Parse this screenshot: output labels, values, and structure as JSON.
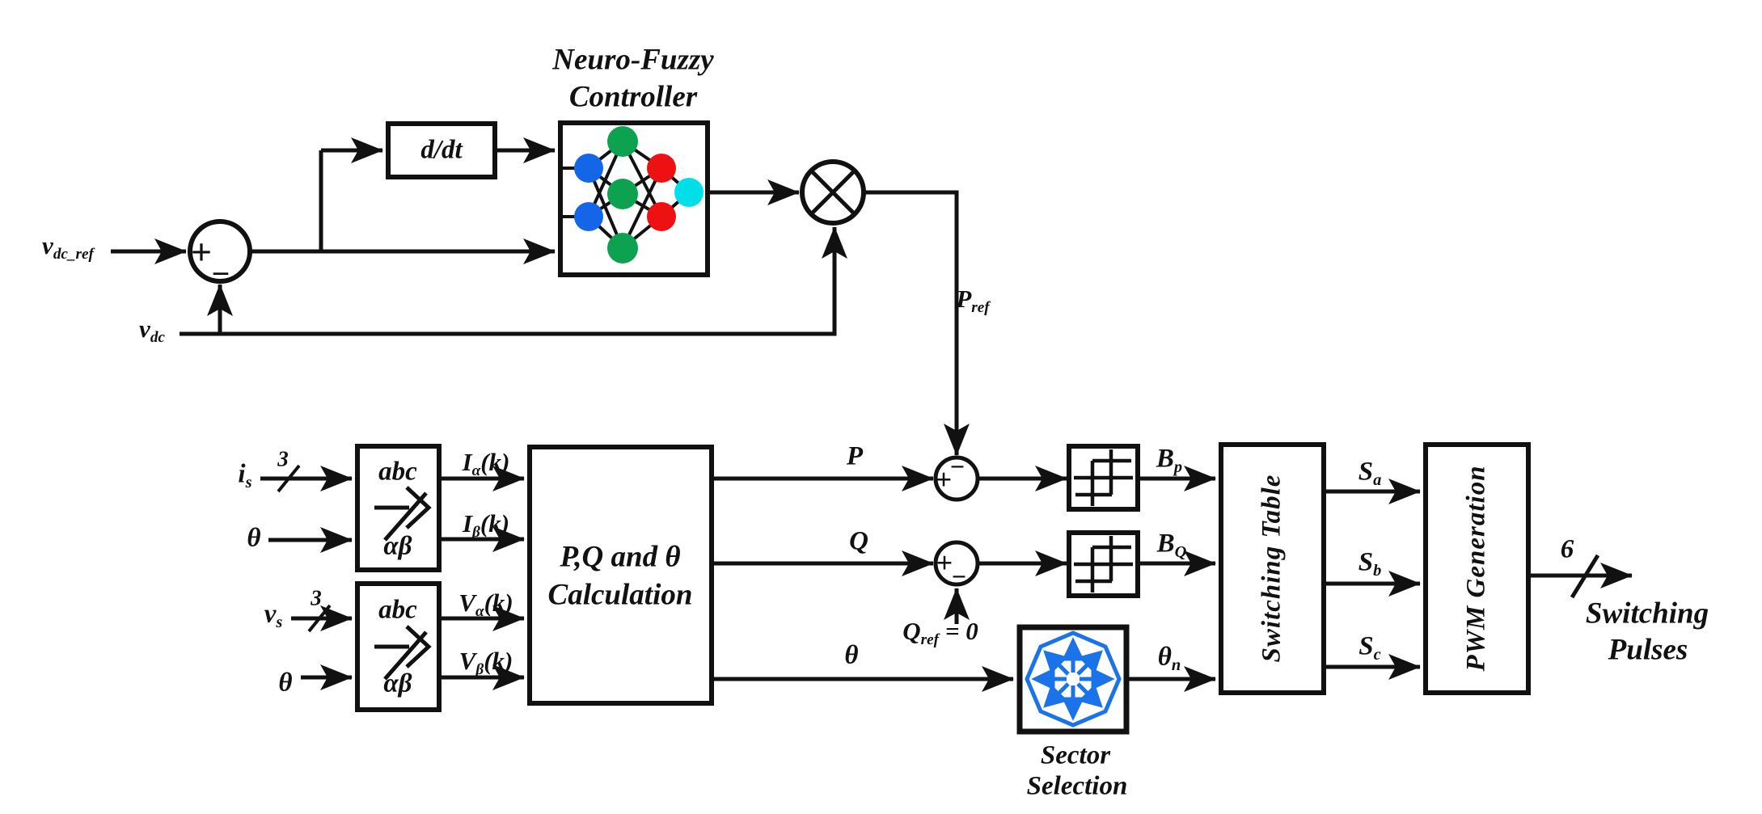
{
  "colors": {
    "ink": "#111111",
    "node_blue": "#1565e8",
    "node_green": "#0da24f",
    "node_red": "#ee1111",
    "node_cyan": "#00dfe8",
    "sector_blue": "#1a73e8"
  },
  "top": {
    "vdc_ref": {
      "base": "v",
      "sub": "dc_ref"
    },
    "vdc": {
      "base": "v",
      "sub": "dc"
    },
    "derivative_block": "d/dt",
    "controller_title_1": "Neuro-Fuzzy",
    "controller_title_2": "Controller",
    "p_ref": {
      "base": "P",
      "sub": "ref"
    },
    "sum1": {
      "plus": "+",
      "minus": "−"
    }
  },
  "inputs": {
    "i_s": {
      "base": "i",
      "sub": "s"
    },
    "theta_1": "θ",
    "v_s": {
      "base": "v",
      "sub": "s"
    },
    "theta_2": "θ",
    "bus_count_is": "3",
    "bus_count_vs": "3"
  },
  "transform1": {
    "numerator": "abc",
    "denominator": "αβ"
  },
  "transform2": {
    "numerator": "abc",
    "denominator": "αβ"
  },
  "signals": {
    "i_alpha": {
      "base": "I",
      "sub": "α",
      "suffix": "(k)"
    },
    "i_beta": {
      "base": "I",
      "sub": "β",
      "suffix": "(k)"
    },
    "v_alpha": {
      "base": "V",
      "sub": "α",
      "suffix": "(k)"
    },
    "v_beta": {
      "base": "V",
      "sub": "β",
      "suffix": "(k)"
    },
    "p": "P",
    "q": "Q",
    "theta": "θ",
    "q_ref": {
      "base": "Q",
      "sub": "ref",
      "suffix": " = 0"
    },
    "b_p": {
      "base": "B",
      "sub": "p"
    },
    "b_q": {
      "base": "B",
      "sub": "Q"
    },
    "theta_n": {
      "base": "θ",
      "sub": "n"
    },
    "s_a": {
      "base": "S",
      "sub": "a"
    },
    "s_b": {
      "base": "S",
      "sub": "b"
    },
    "s_c": {
      "base": "S",
      "sub": "c"
    },
    "bus_count_out": "6"
  },
  "sums": {
    "p_sum": {
      "plus": "+",
      "minus": "−"
    },
    "q_sum": {
      "plus": "+",
      "minus": "−"
    }
  },
  "blocks": {
    "pq_calc_1": "P,Q and θ",
    "pq_calc_2": "Calculation",
    "switching_table": "Switching Table",
    "pwm_generation": "PWM Generation",
    "sector_label_1": "Sector",
    "sector_label_2": "Selection"
  },
  "output": {
    "line1": "Switching",
    "line2": "Pulses"
  }
}
